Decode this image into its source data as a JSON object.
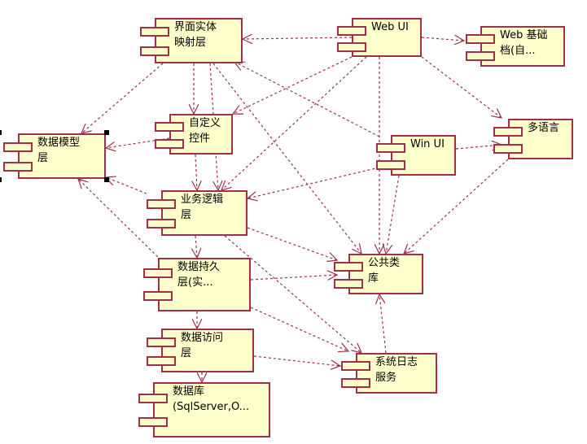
{
  "diagram": {
    "type": "UML component diagram",
    "colors": {
      "box_fill": "#ffffcc",
      "box_border": "#a0304a",
      "arrow": "#a0304a",
      "selection_handle": "#000000"
    },
    "components": [
      {
        "id": "ui_entity_map",
        "line1": "界面实体",
        "line2": "映射层"
      },
      {
        "id": "web_ui",
        "line1": "Web UI",
        "line2": ""
      },
      {
        "id": "web_base",
        "line1": "Web 基础",
        "line2": "档(自..."
      },
      {
        "id": "custom_ctrl",
        "line1": "自定义",
        "line2": "控件"
      },
      {
        "id": "data_model",
        "line1": "数据模型",
        "line2": "层"
      },
      {
        "id": "win_ui",
        "line1": "Win UI",
        "line2": ""
      },
      {
        "id": "multi_lang",
        "line1": "多语言",
        "line2": ""
      },
      {
        "id": "biz_logic",
        "line1": "业务逻辑",
        "line2": "层"
      },
      {
        "id": "persist",
        "line1": "数据持久",
        "line2": "层(实..."
      },
      {
        "id": "common_lib",
        "line1": "公共类",
        "line2": "库"
      },
      {
        "id": "data_access",
        "line1": "数据访问",
        "line2": "层"
      },
      {
        "id": "sys_log",
        "line1": "系统日志",
        "line2": "服务"
      },
      {
        "id": "database",
        "line1": "数据库",
        "line2": "(SqlServer,O..."
      }
    ],
    "dependencies": [
      {
        "from": "web_ui",
        "to": "ui_entity_map"
      },
      {
        "from": "web_ui",
        "to": "web_base"
      },
      {
        "from": "web_ui",
        "to": "multi_lang"
      },
      {
        "from": "web_ui",
        "to": "custom_ctrl"
      },
      {
        "from": "web_ui",
        "to": "biz_logic"
      },
      {
        "from": "web_ui",
        "to": "common_lib"
      },
      {
        "from": "ui_entity_map",
        "to": "data_model"
      },
      {
        "from": "ui_entity_map",
        "to": "custom_ctrl"
      },
      {
        "from": "ui_entity_map",
        "to": "biz_logic"
      },
      {
        "from": "ui_entity_map",
        "to": "common_lib"
      },
      {
        "from": "custom_ctrl",
        "to": "data_model"
      },
      {
        "from": "custom_ctrl",
        "to": "biz_logic"
      },
      {
        "from": "win_ui",
        "to": "ui_entity_map"
      },
      {
        "from": "win_ui",
        "to": "multi_lang"
      },
      {
        "from": "win_ui",
        "to": "biz_logic"
      },
      {
        "from": "win_ui",
        "to": "common_lib"
      },
      {
        "from": "multi_lang",
        "to": "common_lib"
      },
      {
        "from": "biz_logic",
        "to": "data_model"
      },
      {
        "from": "biz_logic",
        "to": "persist"
      },
      {
        "from": "biz_logic",
        "to": "common_lib"
      },
      {
        "from": "biz_logic",
        "to": "sys_log"
      },
      {
        "from": "persist",
        "to": "data_model"
      },
      {
        "from": "persist",
        "to": "data_access"
      },
      {
        "from": "persist",
        "to": "common_lib"
      },
      {
        "from": "persist",
        "to": "sys_log"
      },
      {
        "from": "data_access",
        "to": "database"
      },
      {
        "from": "data_access",
        "to": "sys_log"
      },
      {
        "from": "sys_log",
        "to": "common_lib"
      }
    ],
    "selected": "data_model"
  }
}
